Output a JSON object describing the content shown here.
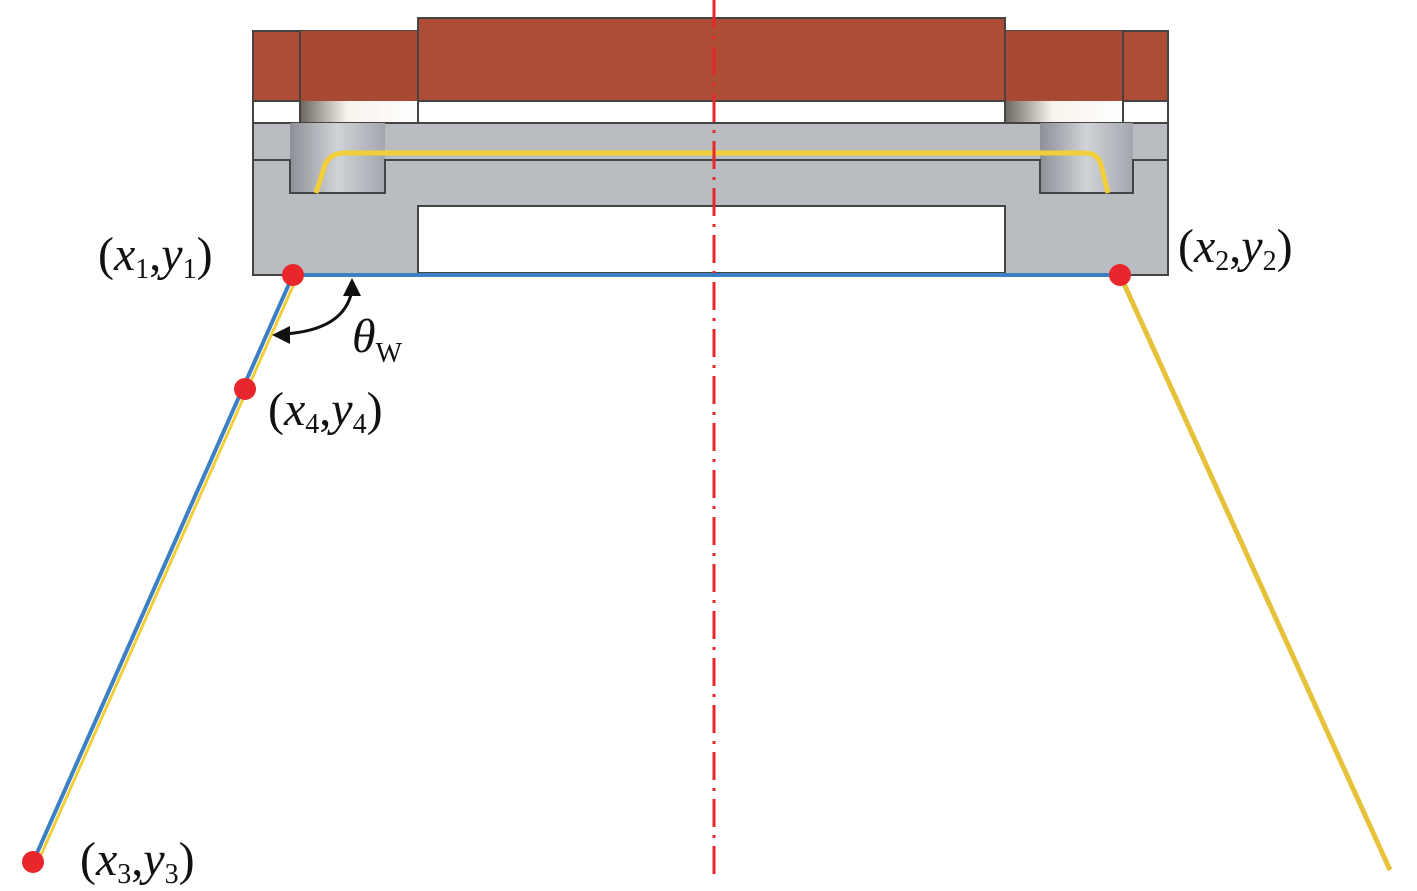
{
  "labels": {
    "p1": {
      "open": "(",
      "x": "x",
      "xs": "1",
      "comma": ",",
      "y": "y",
      "ys": "1",
      "close": ")"
    },
    "p2": {
      "open": "(",
      "x": "x",
      "xs": "2",
      "comma": ",",
      "y": "y",
      "ys": "2",
      "close": ")"
    },
    "p3": {
      "open": "(",
      "x": "x",
      "xs": "3",
      "comma": ",",
      "y": "y",
      "ys": "3",
      "close": ")"
    },
    "p4": {
      "open": "(",
      "x": "x",
      "xs": "4",
      "comma": ",",
      "y": "y",
      "ys": "4",
      "close": ")"
    },
    "angle": {
      "symbol": "θ",
      "sub": "W"
    }
  },
  "colors": {
    "red_part": "#ad4d35",
    "gray_part": "#b9bcc1",
    "wire_yellow": "#f2cf3a",
    "line_blue": "#3b7fc4",
    "point_red": "#e8262b",
    "centerline_red": "#e8262b"
  }
}
